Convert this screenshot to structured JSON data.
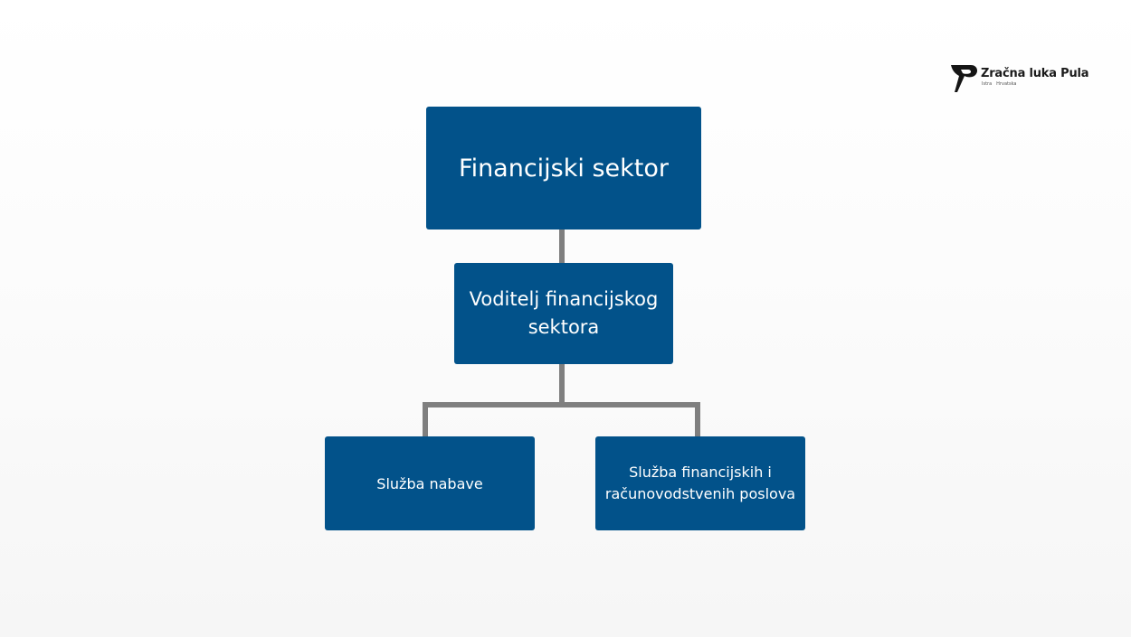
{
  "logo": {
    "name": "Zračna luka Pula",
    "region": "Istra",
    "country": "Hrvatska"
  },
  "colors": {
    "box": "#02528a",
    "connector": "#7f7f7f",
    "text": "#ffffff"
  },
  "org_chart": {
    "root": {
      "label": "Financijski sektor"
    },
    "manager": {
      "label": "Voditelj financijskog sektora"
    },
    "children": [
      {
        "label": "Služba nabave"
      },
      {
        "label": "Služba financijskih i računovodstvenih poslova"
      }
    ]
  }
}
